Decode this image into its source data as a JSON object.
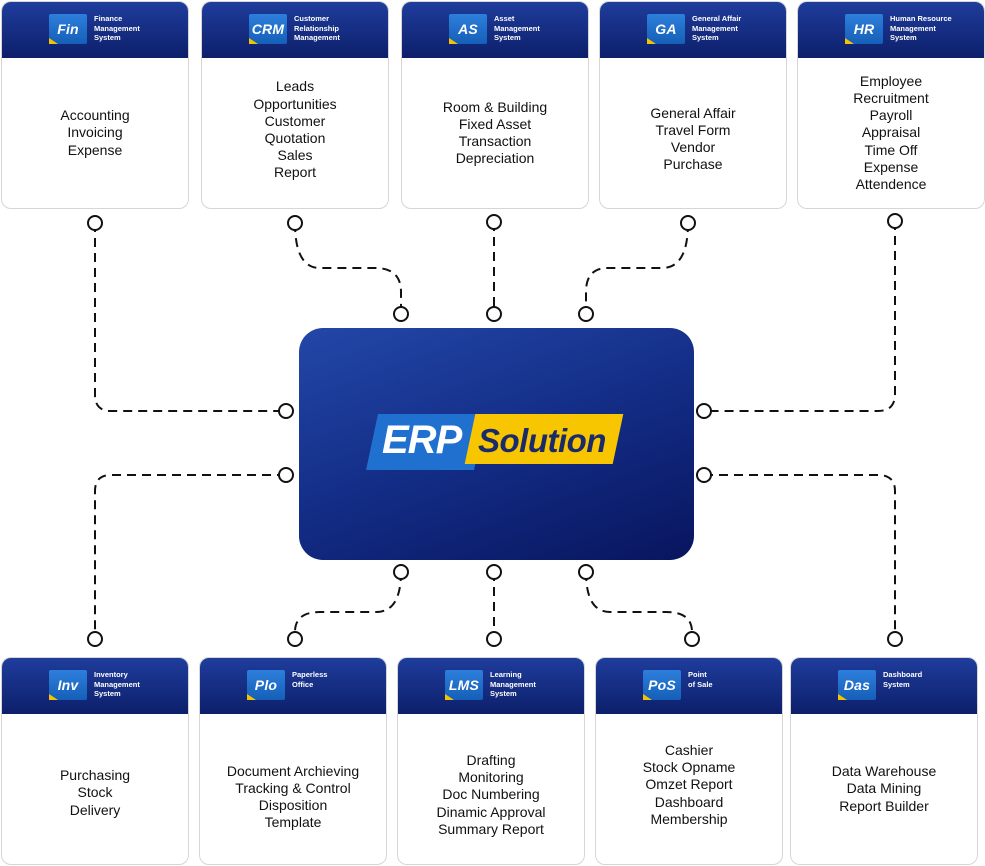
{
  "center": {
    "logo_primary": "ERP",
    "logo_secondary": "Solution"
  },
  "colors": {
    "header_top": "#1f3d9c",
    "header_bottom": "#0d1f6b",
    "badge_blue": "#1f70cf",
    "accent_yellow": "#f5c400",
    "connector": "#111111"
  },
  "modules": [
    {
      "code": "Fin",
      "title": [
        "Finance",
        "Management",
        "System"
      ],
      "items": [
        "Accounting",
        "Invoicing",
        "Expense"
      ]
    },
    {
      "code": "CRM",
      "title": [
        "Customer",
        "Relationship",
        "Management"
      ],
      "items": [
        "Leads",
        "Opportunities",
        "Customer",
        "Quotation",
        "Sales",
        "Report"
      ]
    },
    {
      "code": "AS",
      "title": [
        "Asset",
        "Management",
        "System"
      ],
      "items": [
        "Room & Building",
        "Fixed Asset",
        "Transaction",
        "Depreciation"
      ]
    },
    {
      "code": "GA",
      "title": [
        "General Affair",
        "Management",
        "System"
      ],
      "items": [
        "General Affair",
        "Travel Form",
        "Vendor",
        "Purchase"
      ]
    },
    {
      "code": "HR",
      "title": [
        "Human Resource",
        "Management",
        "System"
      ],
      "items": [
        "Employee",
        "Recruitment",
        "Payroll",
        "Appraisal",
        "Time Off",
        "Expense",
        "Attendence"
      ]
    },
    {
      "code": "Inv",
      "title": [
        "Inventory",
        "Management",
        "System"
      ],
      "items": [
        "Purchasing",
        "Stock",
        "Delivery"
      ]
    },
    {
      "code": "Plo",
      "title": [
        "Paperless",
        "Office"
      ],
      "items": [
        "Document Archieving",
        "Tracking & Control",
        "Disposition",
        "Template"
      ]
    },
    {
      "code": "LMS",
      "title": [
        "Learning",
        "Management",
        "System"
      ],
      "items": [
        "Drafting",
        "Monitoring",
        "Doc Numbering",
        "Dinamic Approval",
        "Summary Report"
      ]
    },
    {
      "code": "PoS",
      "title": [
        "Point",
        "of Sale"
      ],
      "items": [
        "Cashier",
        "Stock Opname",
        "Omzet Report",
        "Dashboard",
        "Membership"
      ]
    },
    {
      "code": "Das",
      "title": [
        "Dashboard",
        "System"
      ],
      "items": [
        "Data Warehouse",
        "Data Mining",
        "Report Builder"
      ]
    }
  ]
}
